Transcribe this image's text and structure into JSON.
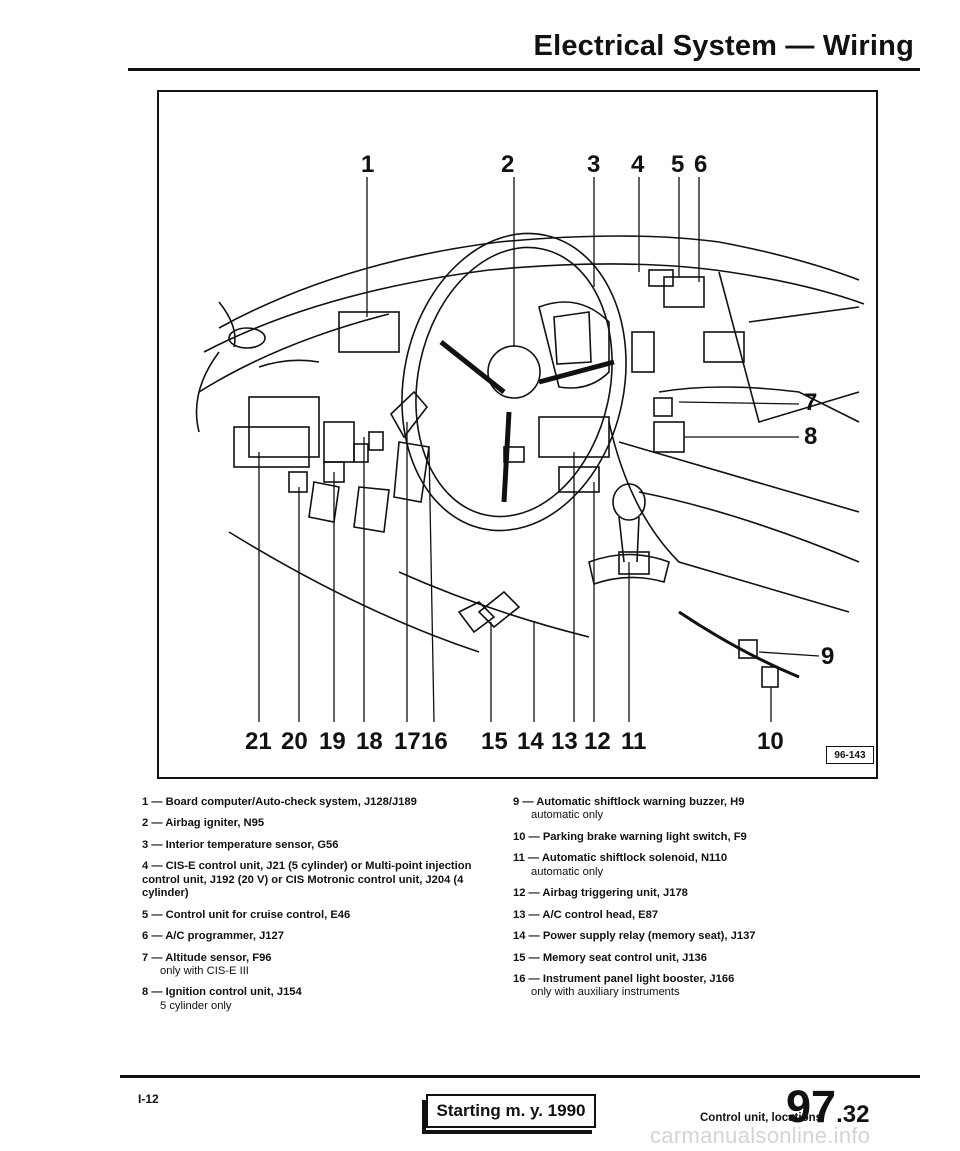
{
  "header": {
    "title": "Electrical System — Wiring"
  },
  "figure": {
    "code": "96-143",
    "callouts": [
      "1",
      "2",
      "3",
      "4",
      "5",
      "6",
      "7",
      "8",
      "9",
      "10",
      "11",
      "12",
      "13",
      "14",
      "15",
      "16",
      "17",
      "18",
      "19",
      "20",
      "21"
    ]
  },
  "legend": {
    "left": [
      {
        "title": "1 — Board computer/Auto-check system, J128/J189",
        "note": ""
      },
      {
        "title": "2 — Airbag igniter, N95",
        "note": ""
      },
      {
        "title": "3 — Interior temperature sensor, G56",
        "note": ""
      },
      {
        "title": "4 — CIS-E control unit, J21 (5 cylinder) or Multi-point injection control unit, J192 (20 V) or CIS Motronic control unit, J204 (4 cylinder)",
        "note": ""
      },
      {
        "title": "5 — Control unit for cruise control, E46",
        "note": ""
      },
      {
        "title": "6 — A/C programmer, J127",
        "note": ""
      },
      {
        "title": "7 — Altitude sensor, F96",
        "note": "only with CIS-E III"
      },
      {
        "title": "8 — Ignition control unit, J154",
        "note": "5 cylinder only"
      }
    ],
    "right": [
      {
        "title": "9 — Automatic shiftlock warning buzzer, H9",
        "note": "automatic only"
      },
      {
        "title": "10 — Parking brake warning light switch, F9",
        "note": ""
      },
      {
        "title": "11 — Automatic shiftlock solenoid, N110",
        "note": "automatic only"
      },
      {
        "title": "12 — Airbag triggering unit, J178",
        "note": ""
      },
      {
        "title": "13 — A/C control head, E87",
        "note": ""
      },
      {
        "title": "14 — Power supply relay (memory seat), J137",
        "note": ""
      },
      {
        "title": "15 — Memory seat control unit, J136",
        "note": ""
      },
      {
        "title": "16 — Instrument panel light booster, J166",
        "note": "only with auxiliary instruments"
      }
    ]
  },
  "footer": {
    "page_ref": "I-12",
    "applicability": "Starting m. y. 1990",
    "section": "Control unit, locations",
    "page_major": "97",
    "page_minor": ".32",
    "watermark": "carmanualsonline.info"
  }
}
